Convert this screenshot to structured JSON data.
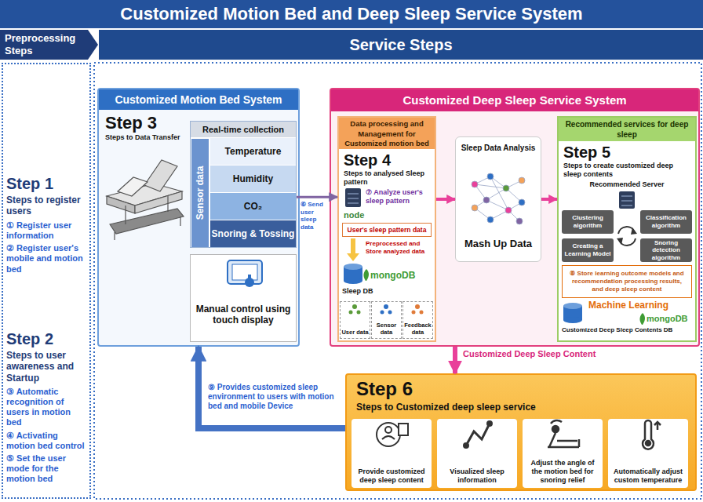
{
  "diagram": {
    "title": "Customized Motion Bed and Deep Sleep Service System",
    "nodes": [
      {
        "text": [
          "Preprocessing Steps"
        ]
      },
      {
        "text": [
          "Service Steps"
        ]
      },
      {
        "text": [
          "Step 1",
          "Steps to register users",
          "① Register user information",
          "② Register user's mobile and motion bed",
          "Step 2",
          "Steps to user awareness and Startup",
          "③ Automatic recognition of users in motion bed",
          "④ Activating motion bed control",
          "⑤ Set the user mode for the motion bed"
        ]
      },
      {
        "text": [
          "Customized Motion Bed System",
          "Step 3",
          "Steps to Data Transfer"
        ]
      },
      {
        "text": [
          "Real-time collection",
          "Sensor data"
        ],
        "in": 3
      },
      {
        "text": [
          "Temperature"
        ],
        "in": 4
      },
      {
        "text": [
          "Humidity"
        ],
        "in": 4
      },
      {
        "text": [
          "CO₂"
        ],
        "in": 4
      },
      {
        "text": [
          "Snoring & Tossing"
        ],
        "in": 4
      },
      {
        "text": [
          "Manual control using touch display"
        ],
        "in": 3
      },
      {
        "text": [
          "Customized Deep Sleep Service System"
        ]
      },
      {
        "text": [
          "Data processing and Management for Customized motion bed",
          "Step 4",
          "Steps to analysed Sleep pattern",
          "⑦ Analyze user's sleep pattern",
          "node",
          "Preprocessed and Store analyzed data",
          "Sleep DB",
          "mongoDB"
        ],
        "in": 10
      },
      {
        "text": [
          "User's sleep pattern data"
        ],
        "in": 11
      },
      {
        "text": [
          "User data"
        ],
        "in": 11
      },
      {
        "text": [
          "Sensor data"
        ],
        "in": 11
      },
      {
        "text": [
          "Feedback data"
        ],
        "in": 11
      },
      {
        "text": [
          "Sleep Data Analysis",
          "Mash Up Data"
        ],
        "in": 10
      },
      {
        "text": [
          "Recommended services for deep sleep",
          "Step 5",
          "Steps to create customized deep sleep contents",
          "Recommended Server",
          "Machine Learning",
          "mongoDB",
          "Customized Deep Sleep Contents DB"
        ],
        "in": 10
      },
      {
        "text": [
          "Clustering algorithm"
        ],
        "in": 17
      },
      {
        "text": [
          "Classification algorithm"
        ],
        "in": 17
      },
      {
        "text": [
          "Creating a Learning Model"
        ],
        "in": 17
      },
      {
        "text": [
          "Snoring detection algorithm"
        ],
        "in": 17
      },
      {
        "text": [
          "⑧ Store learning outcome models and recommendation processing results, and deep sleep content"
        ],
        "in": 17
      },
      {
        "text": [
          "Step 6",
          "Steps to Customized deep sleep service"
        ]
      },
      {
        "text": [
          "Provide customized deep sleep content"
        ],
        "in": 23
      },
      {
        "text": [
          "Visualized sleep information"
        ],
        "in": 23
      },
      {
        "text": [
          "Adjust the angle of the motion bed for snoring relief"
        ],
        "in": 23
      },
      {
        "text": [
          "Automatically adjust custom temperature"
        ],
        "in": 23
      }
    ],
    "edges": [
      {
        "from": 4,
        "to": 11,
        "label": "⑥ Send user sleep data",
        "arrow": "to"
      },
      {
        "from": 11,
        "to": 16,
        "arrow": "to"
      },
      {
        "from": 16,
        "to": 17,
        "arrow": "to"
      },
      {
        "from": 10,
        "to": 23,
        "label": "Customized Deep Sleep Content",
        "arrow": "to"
      },
      {
        "from": 23,
        "to": 3,
        "label": "⑨ Provides customized sleep environment to users with motion bed and mobile Device",
        "arrow": "to"
      }
    ]
  }
}
